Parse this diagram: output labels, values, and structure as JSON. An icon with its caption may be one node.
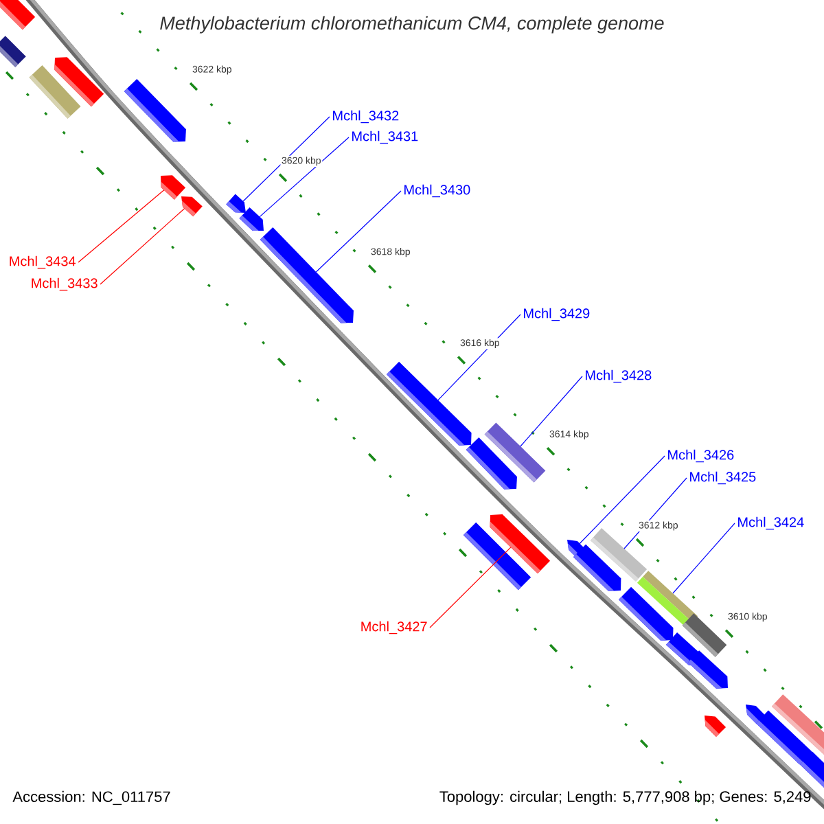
{
  "diagram": {
    "title": "Methylobacterium chloromethanicum CM4, complete genome",
    "nodes": [
      {
        "text": [
          "Mchl_3432"
        ]
      },
      {
        "text": [
          "Mchl_3431"
        ]
      },
      {
        "text": [
          "Mchl_3430"
        ]
      },
      {
        "text": [
          "Mchl_3434"
        ]
      },
      {
        "text": [
          "Mchl_3433"
        ]
      },
      {
        "text": [
          "Mchl_3429"
        ]
      },
      {
        "text": [
          "Mchl_3428"
        ]
      },
      {
        "text": [
          "Mchl_3426"
        ]
      },
      {
        "text": [
          "Mchl_3425"
        ]
      },
      {
        "text": [
          "Mchl_3424"
        ]
      },
      {
        "text": [
          "Mchl_3427"
        ]
      },
      {
        "text": [],
        "shape": "box"
      },
      {
        "text": [],
        "shape": "box"
      },
      {
        "text": [],
        "shape": "box"
      },
      {
        "text": [],
        "shape": "arrow"
      },
      {
        "text": [],
        "shape": "arrow"
      },
      {
        "text": [],
        "shape": "arrow"
      },
      {
        "text": [],
        "shape": "arrow"
      },
      {
        "text": [],
        "shape": "arrow"
      },
      {
        "text": [],
        "shape": "arrow"
      },
      {
        "text": [],
        "shape": "arrow"
      },
      {
        "text": [],
        "shape": "arrow"
      },
      {
        "text": [],
        "shape": "box"
      },
      {
        "text": [],
        "shape": "arrow"
      },
      {
        "text": [],
        "shape": "arrow"
      },
      {
        "text": [],
        "shape": "box"
      },
      {
        "text": [],
        "shape": "arrow"
      },
      {
        "text": [],
        "shape": "box"
      },
      {
        "text": [],
        "shape": "arrow"
      },
      {
        "text": [],
        "shape": "box"
      },
      {
        "text": [],
        "shape": "arrow"
      },
      {
        "text": [],
        "shape": "box"
      },
      {
        "text": [],
        "shape": "arrow"
      },
      {
        "text": [],
        "shape": "arrow"
      },
      {
        "text": [],
        "shape": "arrow"
      },
      {
        "text": [],
        "shape": "arrow"
      },
      {
        "text": [],
        "shape": "box"
      },
      {
        "text": [],
        "shape": "arrow"
      },
      {
        "text": [],
        "shape": "arrow"
      }
    ],
    "edges": [
      {
        "from": 0,
        "to": 18,
        "arrow": "none"
      },
      {
        "from": 1,
        "to": 19,
        "arrow": "none"
      },
      {
        "from": 2,
        "to": 20,
        "arrow": "none"
      },
      {
        "from": 3,
        "to": 16,
        "arrow": "none",
        "color": "#ff0000"
      },
      {
        "from": 4,
        "to": 17,
        "arrow": "none",
        "color": "#ff0000"
      },
      {
        "from": 5,
        "to": 21,
        "arrow": "none"
      },
      {
        "from": 6,
        "to": 22,
        "arrow": "none"
      },
      {
        "from": 7,
        "to": 26,
        "arrow": "none"
      },
      {
        "from": 8,
        "to": 27,
        "arrow": "none"
      },
      {
        "from": 9,
        "to": 29,
        "arrow": "none"
      },
      {
        "from": 10,
        "to": 24,
        "arrow": "none",
        "color": "#ff0000"
      }
    ],
    "labels": [
      "3622 kbp",
      "3620 kbp",
      "3618 kbp",
      "3616 kbp",
      "3614 kbp",
      "3612 kbp",
      "3610 kbp",
      "Accession: NC_011757",
      "Topology: circular; Length: 5,777,908 bp; Genes: 5,249"
    ]
  }
}
